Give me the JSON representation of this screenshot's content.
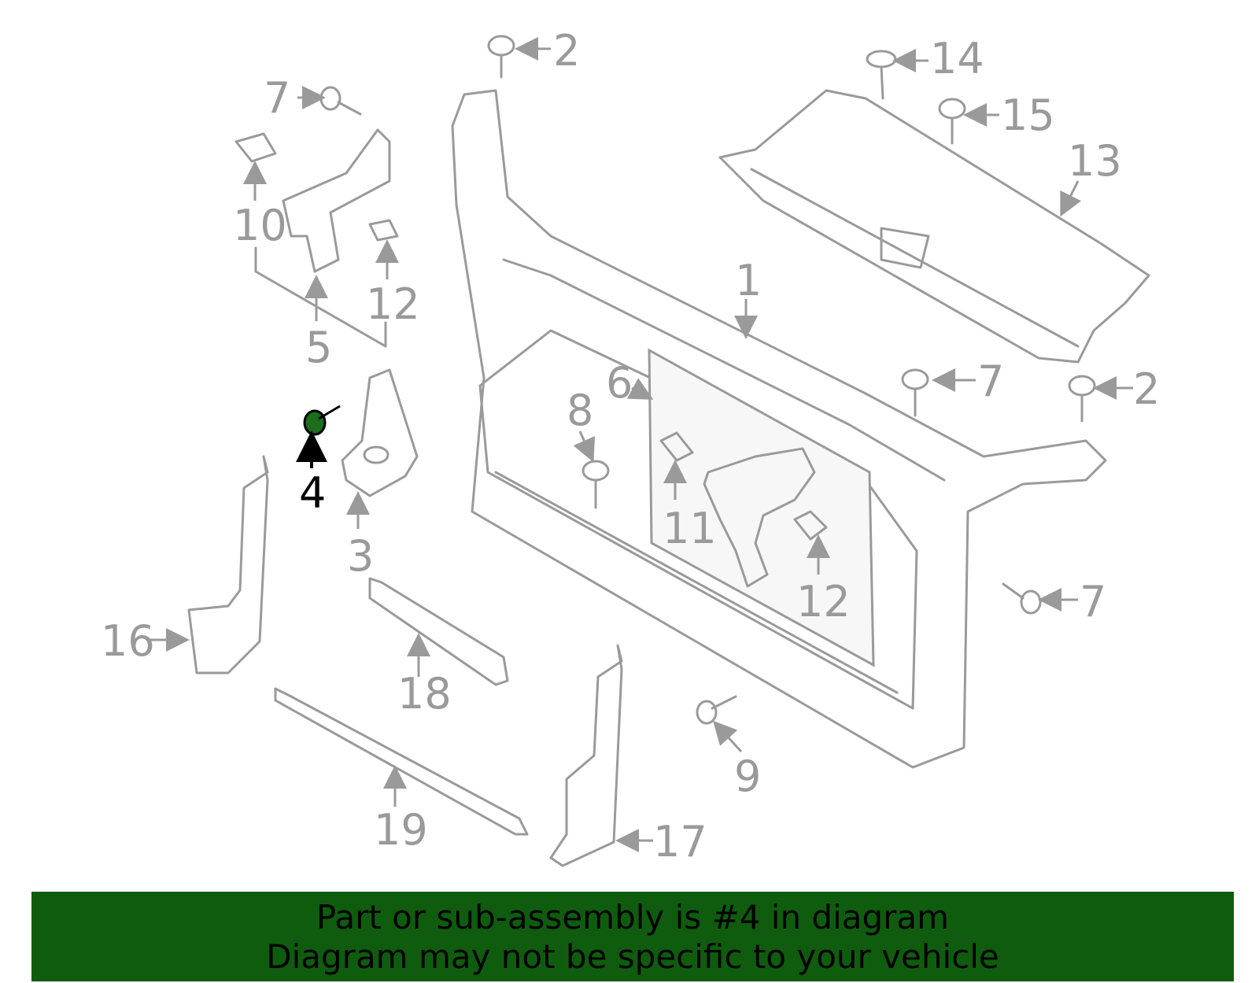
{
  "diagram": {
    "labels": [
      "1",
      "2",
      "2",
      "3",
      "4",
      "5",
      "6",
      "7",
      "7",
      "7",
      "8",
      "9",
      "10",
      "11",
      "12",
      "12",
      "13",
      "14",
      "15",
      "16",
      "17",
      "18",
      "19"
    ],
    "highlighted": "4",
    "colors": {
      "line": "#9a9a9a",
      "active": "#000000",
      "highlight_part": "#1b6e1b"
    }
  },
  "banner": {
    "line1": "Part or sub-assembly is #4 in diagram",
    "line2": "Diagram may not be specific to your vehicle",
    "background": "#0f5c0f"
  }
}
